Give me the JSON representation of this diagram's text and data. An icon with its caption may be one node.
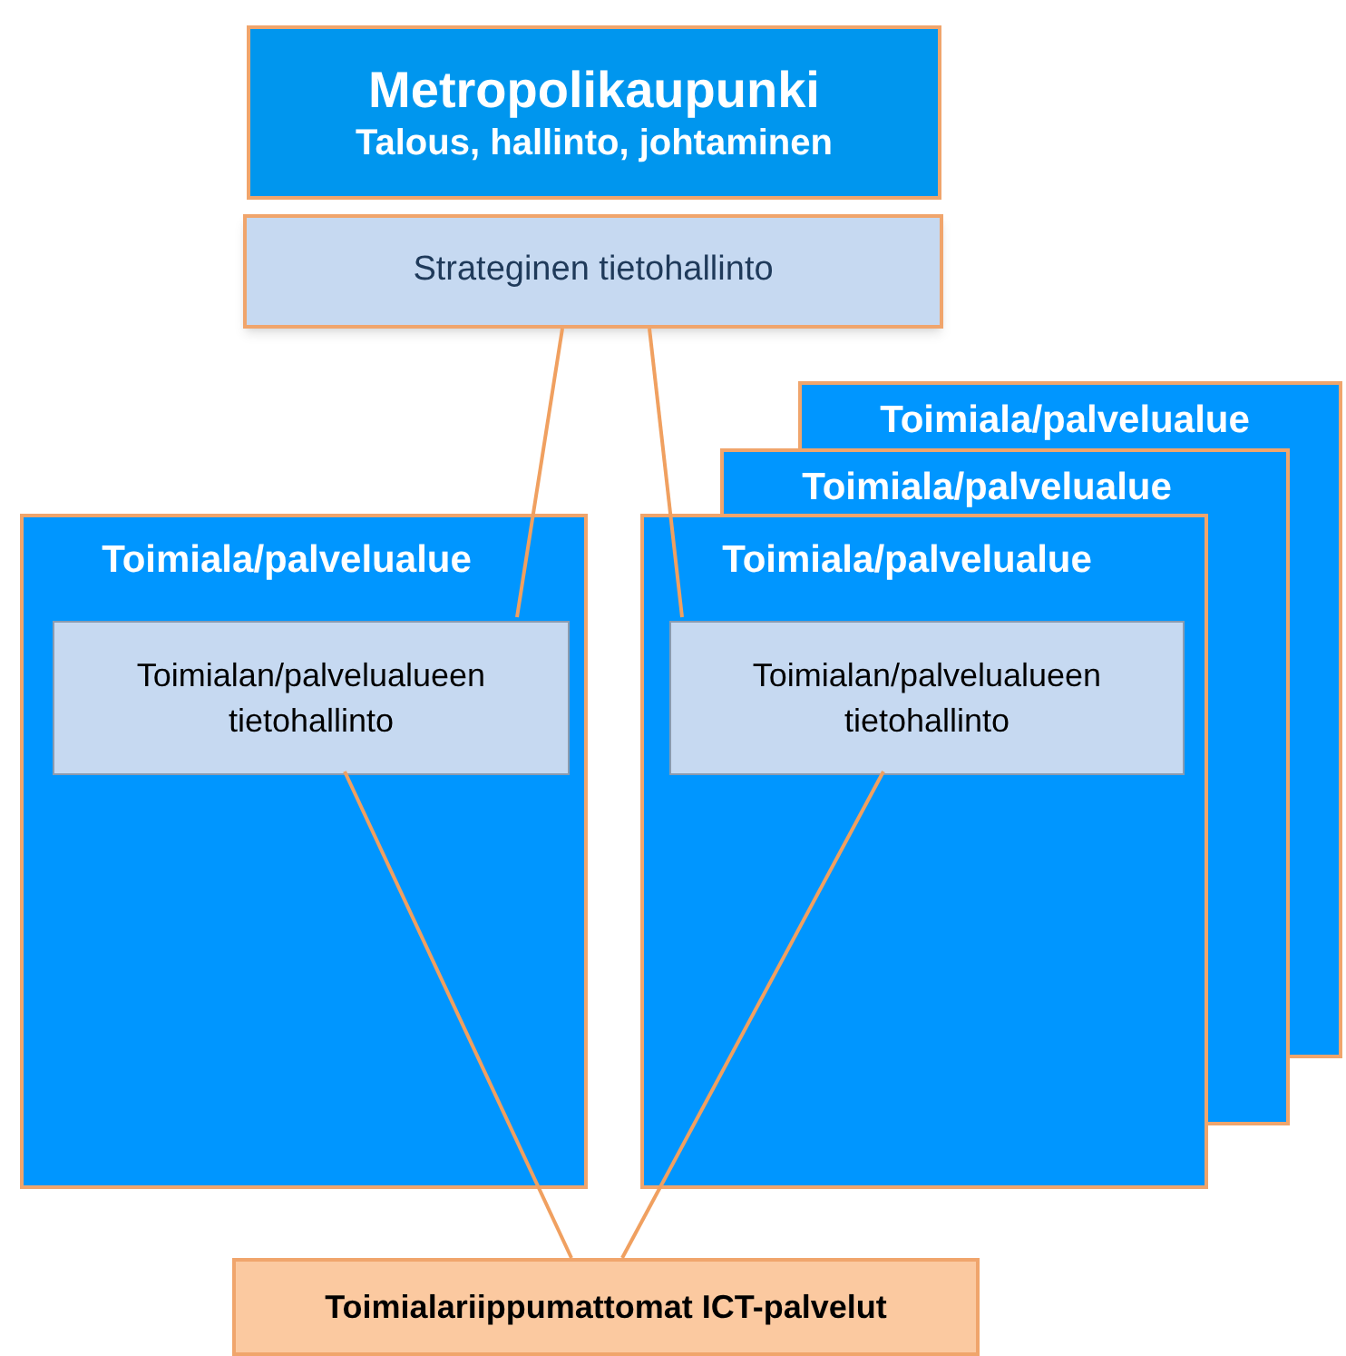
{
  "diagram": {
    "nodes": [
      {
        "text": [
          "Metropolikaupunki",
          "Talous, hallinto, johtaminen"
        ]
      },
      {
        "text": [
          "Strateginen tietohallinto"
        ]
      },
      {
        "text": [
          "Toimiala/palvelualue"
        ]
      },
      {
        "text": [
          "Toimialan/palvelualueen tietohallinto"
        ],
        "in": 2
      },
      {
        "text": [
          "Toimiala/palvelualue"
        ]
      },
      {
        "text": [
          "Toimiala/palvelualue"
        ]
      },
      {
        "text": [
          "Toimiala/palvelualue"
        ]
      },
      {
        "text": [
          "Toimialan/palvelualueen tietohallinto"
        ],
        "in": 6
      },
      {
        "text": [
          "Toimialariippumattomat ICT-palvelut"
        ]
      }
    ],
    "edges": [
      {
        "from": 1,
        "to": 3,
        "arrow": "none"
      },
      {
        "from": 1,
        "to": 7,
        "arrow": "none"
      },
      {
        "from": 3,
        "to": 8,
        "arrow": "none"
      },
      {
        "from": 7,
        "to": 8,
        "arrow": "none"
      }
    ]
  }
}
